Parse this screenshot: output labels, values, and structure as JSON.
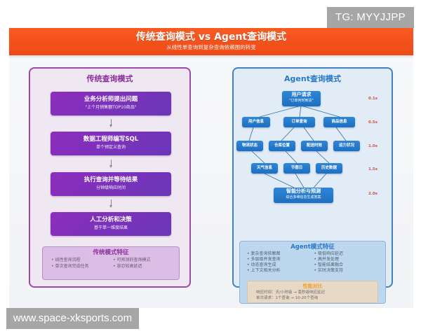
{
  "watermarks": {
    "top": "TG: MYYJJPP",
    "bottom": "www.space-xksports.com"
  },
  "header": {
    "title": "传统查询模式 vs Agent查询模式",
    "subtitle": "从线性单查询到复杂查询依赖图的转变"
  },
  "colors": {
    "header_bg": "#f4511e",
    "traditional_accent": "#9a4aa8",
    "agent_accent": "#2a78c8",
    "time_label": "#d05040",
    "perf_title": "#f0a030"
  },
  "traditional": {
    "title": "传统查询模式",
    "steps": [
      {
        "title": "业务分析师提出问题",
        "subtitle": "\"上个月销售额TOP10商品\""
      },
      {
        "title": "数据工程师编写SQL",
        "subtitle": "单个预定义查询"
      },
      {
        "title": "执行查询并等待结果",
        "subtitle": "分钟级响应时间"
      },
      {
        "title": "人工分析和决策",
        "subtitle": "基于单一维度结果"
      }
    ],
    "features": {
      "title": "传统模式特征",
      "items": [
        "• 线性查询流程",
        "• 可预测的查询模式",
        "• 单次查询完成任务",
        "• 容忍较高延迟"
      ]
    }
  },
  "agent": {
    "title": "Agent查询模式",
    "root": {
      "title": "用户请求",
      "subtitle": "\"订单何时到货\""
    },
    "level1": [
      "用户信息",
      "订单查询",
      "商品信息"
    ],
    "level2": [
      "物流状态",
      "仓库位置",
      "配送时效",
      "运力状况"
    ],
    "level3": [
      "天气信息",
      "节假日",
      "历史数据"
    ],
    "final": {
      "title": "智能分析与预测",
      "subtitle": "综合多维信息生成答案"
    },
    "times": [
      "0.1s",
      "0.5s",
      "1.0s",
      "1.5s",
      "2.0s"
    ],
    "features": {
      "title": "Agent模式特征",
      "items": [
        "• 复杂查询依赖图",
        "• 极低响应延迟",
        "• 多层级并发查询",
        "• 高并发处理",
        "• 动态查询生成",
        "• 智能结果融合",
        "• 上下文相关分析",
        "• 实时决策支持"
      ]
    },
    "performance": {
      "title": "性能对比",
      "lines": [
        "响应时间：天/小时级 → 毫秒级响应延迟",
        "单次请求：1个查询 → 10-20个查询"
      ]
    }
  }
}
